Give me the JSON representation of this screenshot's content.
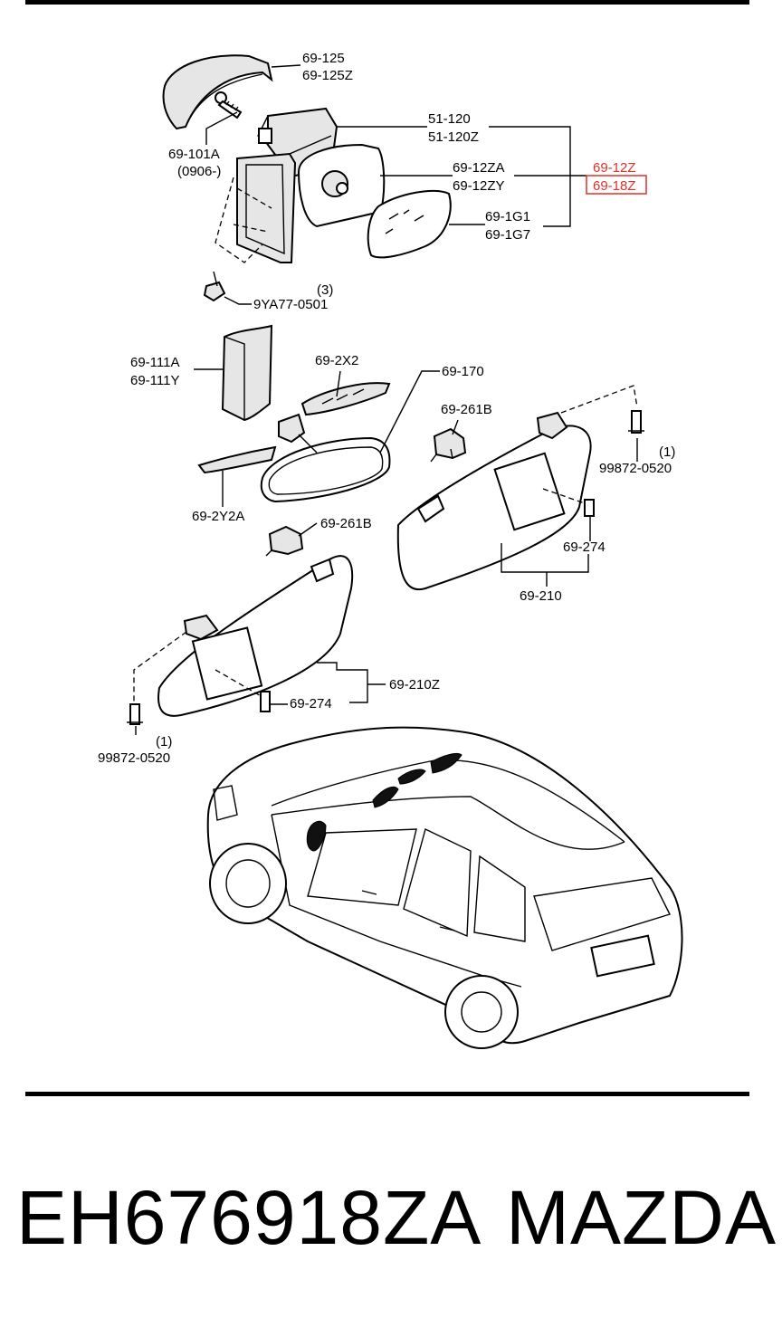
{
  "labels": {
    "cover": [
      "69-125",
      "69-125Z"
    ],
    "screw_top": [
      "69-101A",
      "(0906-)"
    ],
    "mirror_assy": [
      "51-120",
      "51-120Z"
    ],
    "actuator": [
      "69-12ZA",
      "69-12ZY"
    ],
    "highlighted": [
      "69-12Z",
      "69-18Z"
    ],
    "glass": [
      "69-1G1",
      "69-1G7"
    ],
    "bolt_qty": "(3)",
    "bolt": "9YA77-0501",
    "garnish": [
      "69-111A",
      "69-111Y"
    ],
    "cover_inner": "69-2X2",
    "rear_mirror": "69-170",
    "holder_r": "69-261B",
    "screw_r_qty": "(1)",
    "screw_r": "99872-0520",
    "clip_l": "69-2Y2A",
    "holder_l": "69-261B",
    "pin_r": "69-274",
    "visor_r": "69-210",
    "visor_l": "69-210Z",
    "pin_l": "69-274",
    "screw_l_qty": "(1)",
    "screw_l": "99872-0520"
  },
  "footer": {
    "part_number": "EH676918ZA",
    "brand": "MAZDA"
  },
  "colors": {
    "line": "#000000",
    "highlight": "#e0302a",
    "background": "#ffffff"
  }
}
